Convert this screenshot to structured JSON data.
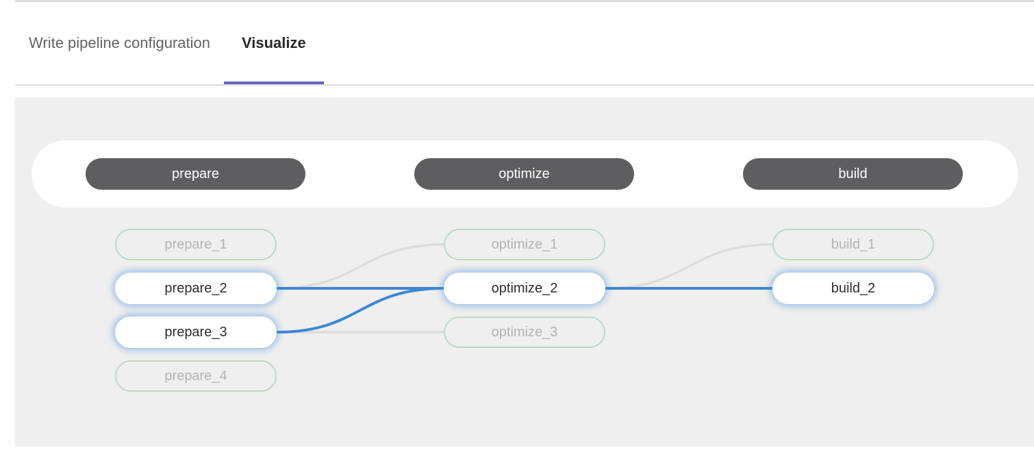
{
  "tabs": [
    {
      "label": "Write pipeline configuration",
      "active": false
    },
    {
      "label": "Visualize",
      "active": true
    }
  ],
  "pipeline": {
    "stages": [
      {
        "name": "prepare",
        "jobs": [
          {
            "name": "prepare_1",
            "state": "dimmed"
          },
          {
            "name": "prepare_2",
            "state": "highlighted"
          },
          {
            "name": "prepare_3",
            "state": "highlighted"
          },
          {
            "name": "prepare_4",
            "state": "dimmed"
          }
        ]
      },
      {
        "name": "optimize",
        "jobs": [
          {
            "name": "optimize_1",
            "state": "dimmed"
          },
          {
            "name": "optimize_2",
            "state": "highlighted"
          },
          {
            "name": "optimize_3",
            "state": "dimmed"
          }
        ]
      },
      {
        "name": "build",
        "jobs": [
          {
            "name": "build_1",
            "state": "dimmed"
          },
          {
            "name": "build_2",
            "state": "highlighted"
          }
        ]
      }
    ],
    "links": [
      {
        "from": "prepare_2",
        "to": "optimize_1",
        "state": "dimmed"
      },
      {
        "from": "prepare_3",
        "to": "optimize_3",
        "state": "dimmed"
      },
      {
        "from": "optimize_2",
        "to": "build_1",
        "state": "dimmed"
      },
      {
        "from": "prepare_2",
        "to": "optimize_2",
        "state": "highlighted"
      },
      {
        "from": "prepare_3",
        "to": "optimize_2",
        "state": "highlighted"
      },
      {
        "from": "optimize_2",
        "to": "build_2",
        "state": "highlighted"
      }
    ]
  },
  "colors": {
    "tab_underline": "#6666c4",
    "panel_bg": "#efefef",
    "stage_pill_bg": "#5e5d60",
    "stage_pill_text": "#ffffff",
    "job_active_text": "#2c2b30",
    "job_dimmed_text": "#b3b3b6",
    "job_dimmed_border": "#bcd9c6",
    "link_active": "#3d86d5",
    "link_dimmed": "#dcdcdc",
    "node_glow": "rgba(66,143,220,0.5)"
  }
}
